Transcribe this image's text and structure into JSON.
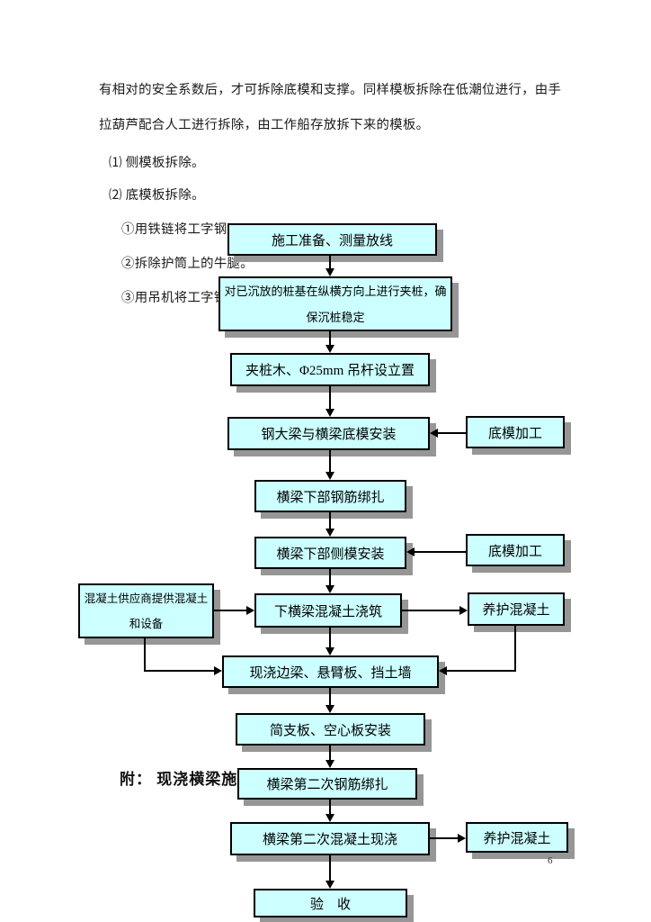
{
  "text": {
    "line1": "有相对的安全系数后，才可拆除底模和支撑。同样模板拆除在低潮位进行，由手",
    "line2": "拉葫芦配合人工进行拆除，由工作船存放拆下来的模板。",
    "item1": "⑴ 侧模板拆除。",
    "item2": "⑵ 底模板拆除。",
    "note1": "①用铁链将工字钢",
    "note2": "②拆除护筒上的牛腿。",
    "note3": "③用吊机将工字钢",
    "attachment_heading": "附： 现浇横梁施",
    "page_number": "6"
  },
  "flowchart": {
    "box_fill": "#ccffff",
    "box_border": "#000000",
    "shadow_color": "#969696",
    "nodes": [
      {
        "label": "施工准备、测量放线"
      },
      {
        "label": "对已沉放的桩基在纵横方向上进行夹桩，确\n保沉桩稳定"
      },
      {
        "label": "夹桩木、Φ25mm 吊杆设立置"
      },
      {
        "label": "钢大梁与横梁底模安装"
      },
      {
        "label": "横梁下部钢筋绑扎"
      },
      {
        "label": "横梁下部侧模安装"
      },
      {
        "label": "下横梁混凝土浇筑"
      },
      {
        "label": "现浇边梁、悬臂板、挡土墙"
      },
      {
        "label": "简支板、空心板安装"
      },
      {
        "label": "横梁第二次钢筋绑扎"
      },
      {
        "label": "横梁第二次混凝土现浇"
      },
      {
        "label": "验　收"
      }
    ],
    "side_nodes": [
      {
        "label": "混凝土供应商提供混凝土\n和设备"
      },
      {
        "label": "底模加工"
      },
      {
        "label": "底模加工"
      },
      {
        "label": "养护混凝土"
      },
      {
        "label": "养护混凝土"
      }
    ]
  }
}
